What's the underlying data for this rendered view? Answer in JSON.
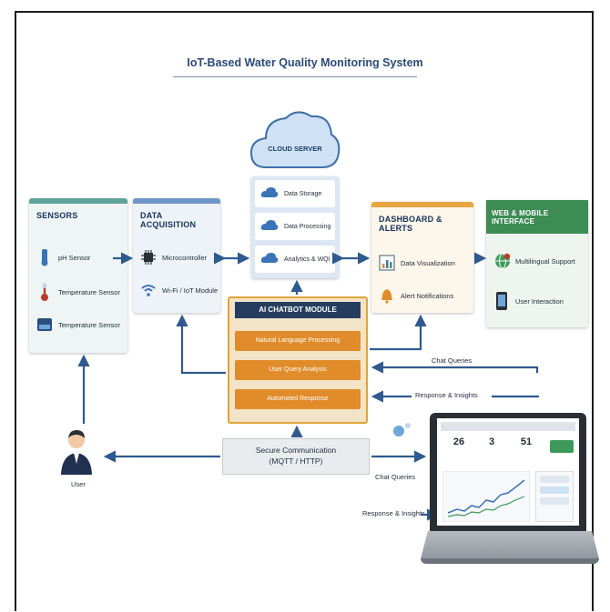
{
  "title": "IoT-Based Water Quality Monitoring System",
  "cloud": {
    "label": "CLOUD SERVER",
    "items": [
      "Data Storage",
      "Data Processing",
      "Analytics & WQI"
    ]
  },
  "sensors": {
    "header": "SENSORS",
    "items": [
      "pH Sensor",
      "Temperature Sensor",
      "Temperature Sensor"
    ]
  },
  "daq": {
    "header": "DATA ACQUISITION",
    "items": [
      "Microcontroller",
      "Wi-Fi / IoT Module"
    ]
  },
  "dashboard": {
    "header": "DASHBOARD & ALERTS",
    "items": [
      "Data Visualization",
      "Alert Notifications"
    ]
  },
  "web": {
    "header": "WEB & MOBILE INTERFACE",
    "items": [
      "Multilingual Support",
      "User Interaction"
    ]
  },
  "ai": {
    "header": "AI CHATBOT MODULE",
    "items": [
      "Natural Language Processing",
      "User Query Analysis",
      "Automated Response"
    ]
  },
  "secure": {
    "line1": "Secure Communication",
    "line2": "(MQTT / HTTP)"
  },
  "labels": {
    "chat_queries_top": "Chat Queries",
    "response_top": "Response & Insights",
    "chat_queries_bottom": "Chat Queries",
    "response_bottom": "Response & Insights",
    "user": "User"
  },
  "laptop": {
    "kpi": [
      "26",
      "3",
      "51"
    ]
  },
  "colors": {
    "sensors_accent": "#5da39a",
    "daq_accent": "#6f96c9",
    "dashboard_accent": "#e8a541",
    "web_accent": "#3d9a5a",
    "ai_accent": "#e08c2a",
    "ai_header": "#253e5f",
    "arrow": "#2f5a8f"
  }
}
